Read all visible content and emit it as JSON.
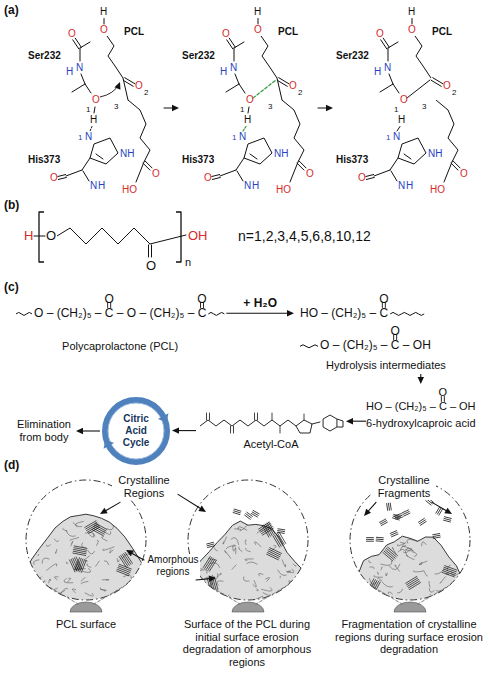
{
  "diagram": {
    "nodes": [
      {
        "text": [
          "O – (CH₂)₅ – C – O – (CH₂)₅ – C",
          "Polycaprolactone (PCL)"
        ]
      },
      {
        "text": [
          "HO – (CH₂)₅ – C",
          "O – (CH₂)₅ – C – OH",
          "Hydrolysis intermediates"
        ]
      },
      {
        "text": [
          "HO – (CH₂)₅ – C – OH",
          "6-hydroxylcaproic acid"
        ]
      },
      {
        "text": [
          "Acetyl-CoA"
        ]
      },
      {
        "text": [
          "Citric Acid Cycle"
        ]
      },
      {
        "text": [
          "Elimination from body"
        ]
      }
    ],
    "edges": [
      {
        "from": 0,
        "to": 1,
        "arrow": "to",
        "label": "+ H₂O"
      },
      {
        "from": 1,
        "to": 2,
        "arrow": "to"
      },
      {
        "from": 2,
        "to": 3,
        "arrow": "to"
      },
      {
        "from": 3,
        "to": 4,
        "arrow": "to"
      },
      {
        "from": 4,
        "to": 5,
        "arrow": "to"
      }
    ],
    "labels": [
      "(a)",
      "H",
      "O",
      "PCL",
      "Ser232",
      "O",
      "N",
      "H",
      "O",
      "1",
      "O",
      "2",
      "3",
      "H",
      "1",
      "N",
      "His373",
      "NH",
      "O",
      "N",
      "H",
      "HO",
      "O",
      "H",
      "O",
      "PCL",
      "Ser232",
      "O",
      "N",
      "H",
      "O",
      "1",
      "O",
      "2",
      "3",
      "H",
      "1",
      "N",
      "His373",
      "NH",
      "O",
      "N",
      "H",
      "HO",
      "O",
      "H",
      "O",
      "PCL",
      "Ser232",
      "O",
      "N",
      "H",
      "O",
      "1",
      "O",
      "2",
      "3",
      "H",
      "1",
      "N",
      "His373",
      "NH",
      "O",
      "N",
      "H",
      "HO",
      "O",
      "(b)",
      "H",
      "O",
      "O",
      "OH",
      "n",
      "n=1,2,3,4,5,6,8,10,12",
      "(c)",
      "O",
      "O",
      "O",
      "O",
      "O",
      "(d)",
      "Crystalline Regions",
      "Amorphous regions",
      "PCL surface",
      "Surface of the PCL during initial surface erosion degradation of amorphous regions",
      "Crystalline Fragments",
      "Fragmentation of crystalline regions during surface erosion degradation"
    ]
  }
}
